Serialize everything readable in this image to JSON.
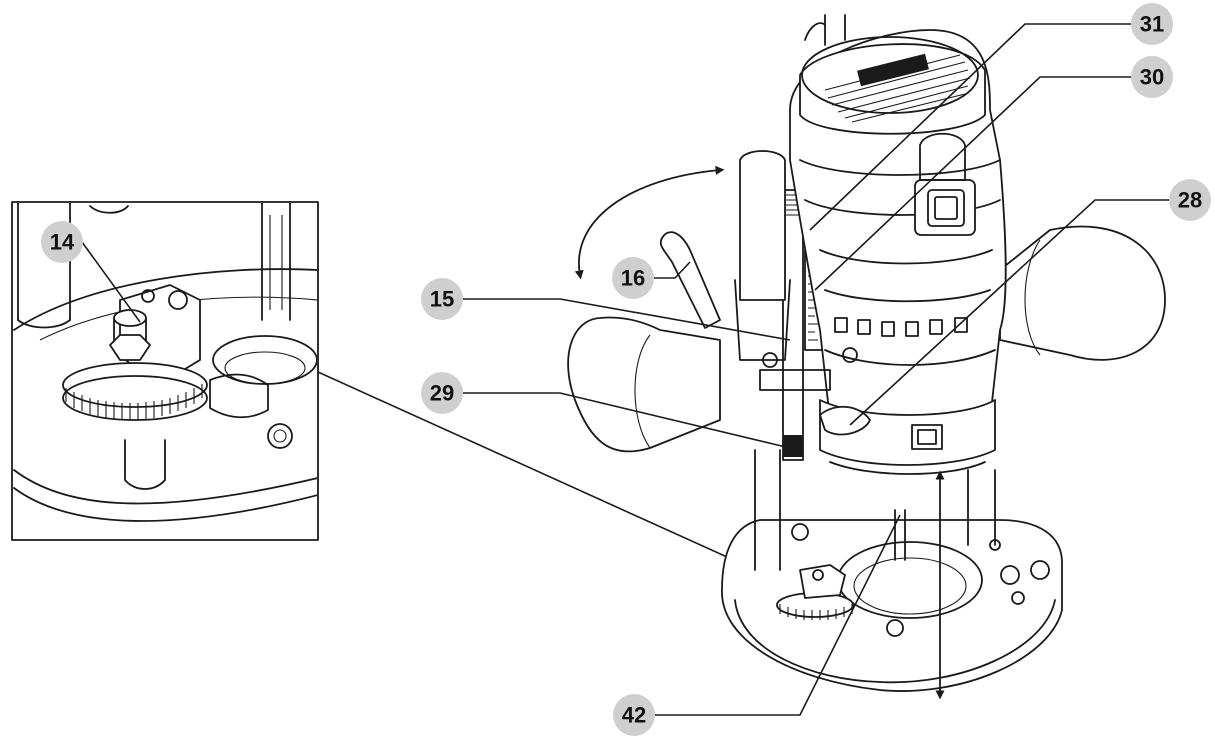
{
  "callouts": {
    "c14": "14",
    "c15": "15",
    "c16": "16",
    "c28": "28",
    "c29": "29",
    "c30": "30",
    "c31": "31",
    "c42": "42"
  },
  "colors": {
    "callout_fill": "#cfcfcf",
    "ink": "#1a1a1a",
    "background": "#ffffff"
  },
  "icons": {
    "rotation_arrow": "curved-double-arrow-icon",
    "depth_arrow": "vertical-double-arrow-icon"
  }
}
